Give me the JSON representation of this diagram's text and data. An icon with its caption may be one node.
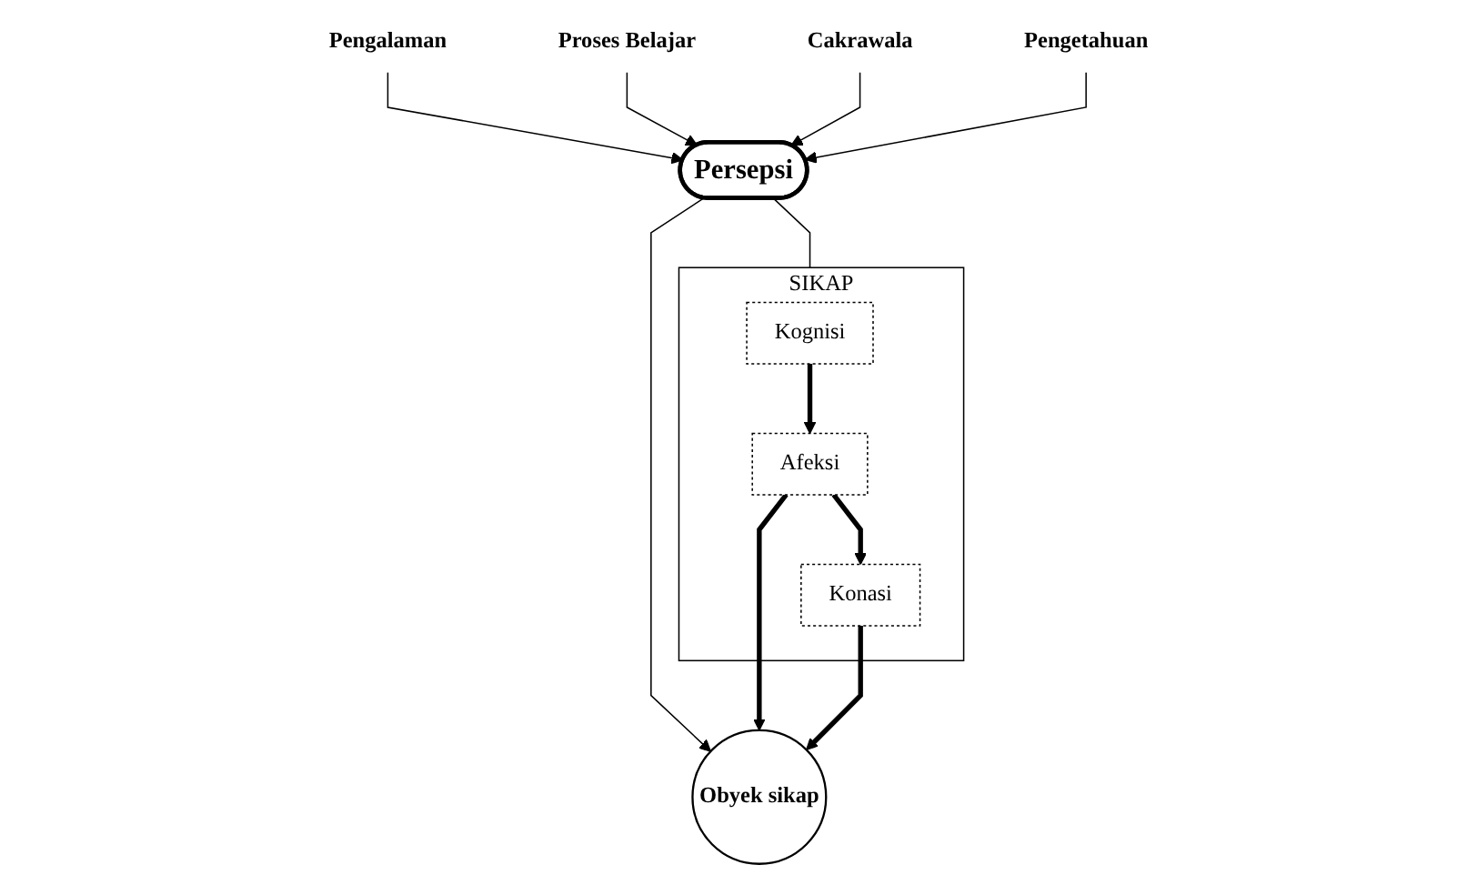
{
  "diagram": {
    "nodes": [
      {
        "text": [
          "Pengalaman"
        ]
      },
      {
        "text": [
          "Proses Belajar"
        ]
      },
      {
        "text": [
          "Cakrawala"
        ]
      },
      {
        "text": [
          "Pengetahuan"
        ]
      },
      {
        "text": [
          "Persepsi"
        ]
      },
      {
        "text": [
          "SIKAP"
        ]
      },
      {
        "text": [
          "Kognisi"
        ],
        "in": 5
      },
      {
        "text": [
          "Afeksi"
        ],
        "in": 5
      },
      {
        "text": [
          "Konasi"
        ],
        "in": 5
      },
      {
        "text": [
          "Obyek sikap"
        ]
      }
    ],
    "edges": [
      {
        "from": 0,
        "to": 4,
        "arrow": "to"
      },
      {
        "from": 1,
        "to": 4,
        "arrow": "to"
      },
      {
        "from": 2,
        "to": 4,
        "arrow": "to"
      },
      {
        "from": 3,
        "to": 4,
        "arrow": "to"
      },
      {
        "from": 4,
        "to": 5,
        "arrow": "none"
      },
      {
        "from": 4,
        "to": 9,
        "arrow": "to"
      },
      {
        "from": 6,
        "to": 7,
        "arrow": "to",
        "style": "thick"
      },
      {
        "from": 7,
        "to": 8,
        "arrow": "to",
        "style": "thick"
      },
      {
        "from": 7,
        "to": 9,
        "arrow": "to",
        "style": "thick"
      },
      {
        "from": 8,
        "to": 9,
        "arrow": "to",
        "style": "thick"
      }
    ]
  }
}
